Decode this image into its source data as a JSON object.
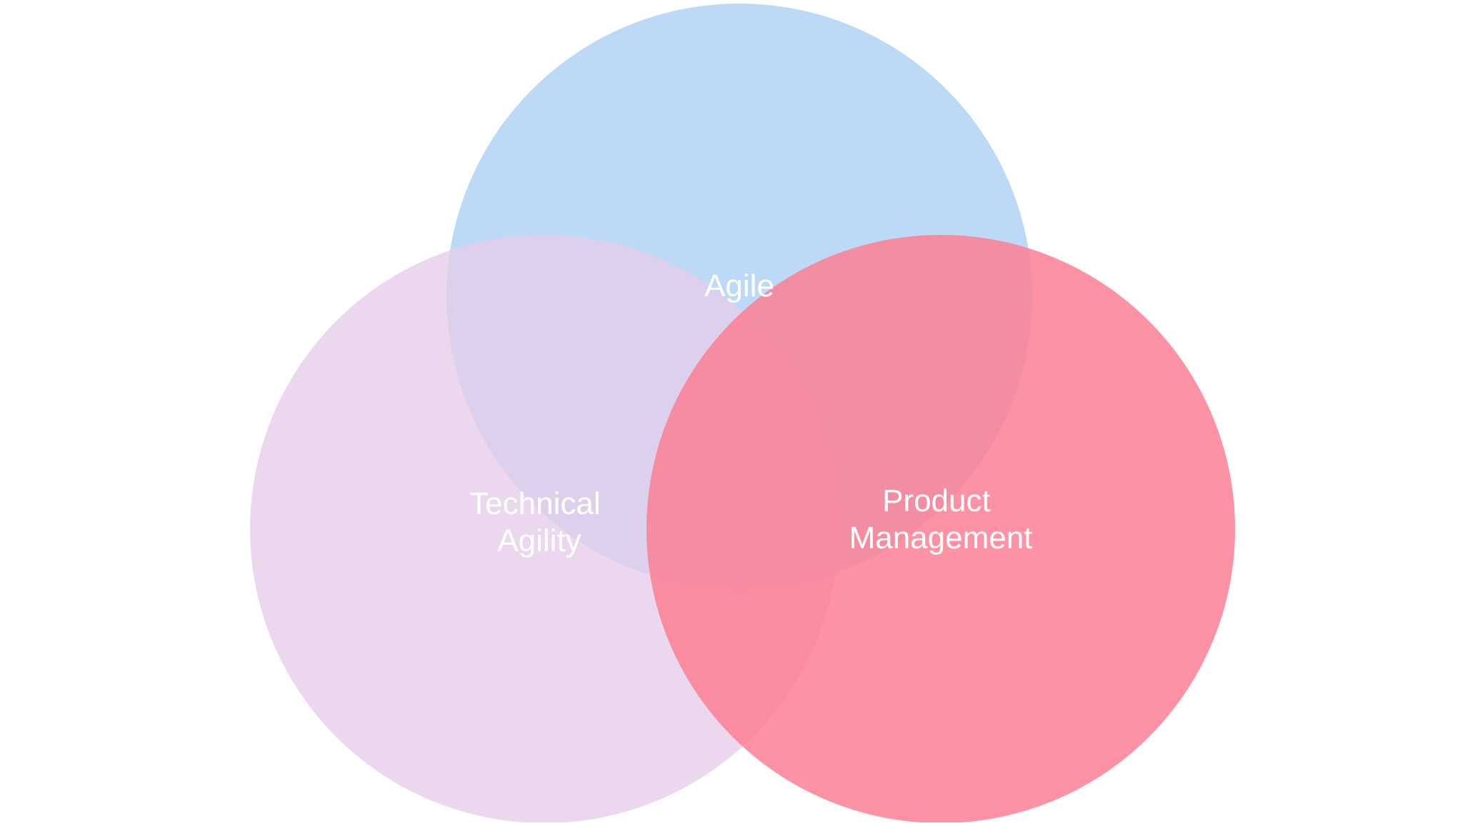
{
  "diagram": {
    "type": "venn",
    "sets": [
      {
        "id": "agile",
        "label_lines": [
          "Agile"
        ],
        "color": "#b3d4f5",
        "opacity": 0.88
      },
      {
        "id": "technical-agility",
        "label_lines": [
          "Technical",
          "Agility"
        ],
        "color": "#e6cdeb",
        "opacity": 0.78
      },
      {
        "id": "product-management",
        "label_lines": [
          "Product",
          "Management"
        ],
        "color": "#fc7f93",
        "opacity": 0.85
      }
    ]
  }
}
